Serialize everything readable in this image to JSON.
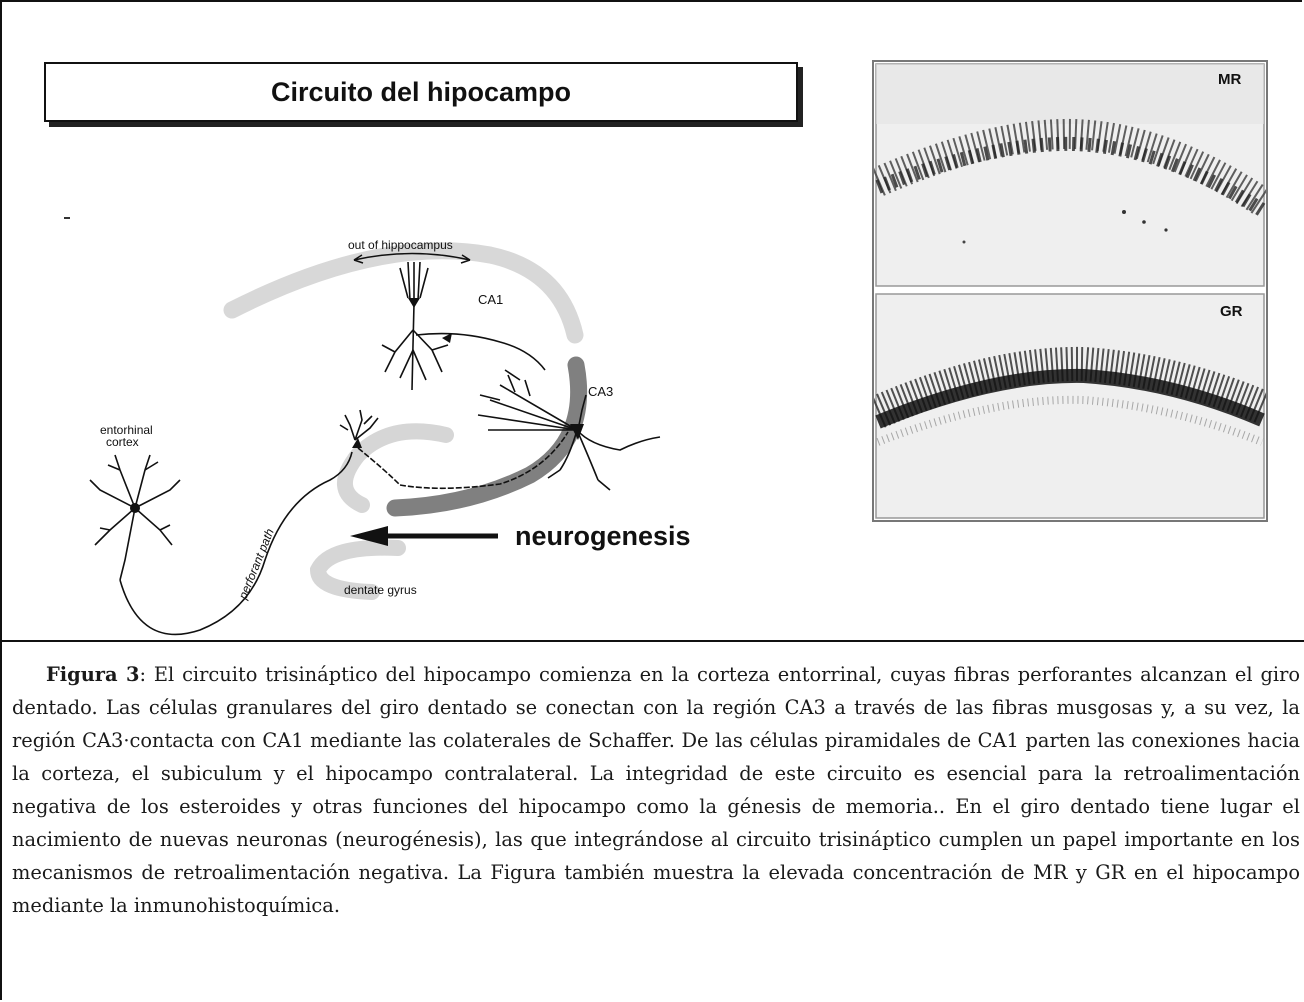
{
  "figure": {
    "title": "Circuito del hipocampo",
    "labels": {
      "out_of_hippocampus": "out of hippocampus",
      "ca1": "CA1",
      "ca3": "CA3",
      "entorhinal_line1": "entorhinal",
      "entorhinal_line2": "cortex",
      "perforant_path": "perforant path",
      "dentate_gyrus": "dentate gyrus",
      "neurogenesis": "neurogenesis"
    },
    "micrographs": [
      {
        "label": "MR"
      },
      {
        "label": "GR"
      }
    ]
  },
  "caption": {
    "label": "Figura 3",
    "text": ": El circuito trisináptico del hipocampo comienza en la corteza entorrinal, cuyas fibras perforantes alcanzan el giro dentado. Las células granulares del giro dentado se conectan con la región CA3 a través de las fibras musgosas y, a su vez, la región CA3·contacta con CA1 mediante las colaterales de Schaffer. De las células piramidales de CA1 parten las conexiones  hacia la corteza, el subiculum y el hipocampo contralateral. La integridad de este circuito es esencial para la retroalimentación negativa de los esteroides y otras funciones del hipocampo como la génesis de memoria.. En el giro dentado tiene lugar el nacimiento de nuevas neuronas (neurogénesis), las que integrándose al circuito trisináptico cumplen un papel importante en los mecanismos de retroalimentación negativa. La Figura también muestra la elevada concentración de MR y GR en el hipocampo mediante la inmunohistoquímica."
  }
}
